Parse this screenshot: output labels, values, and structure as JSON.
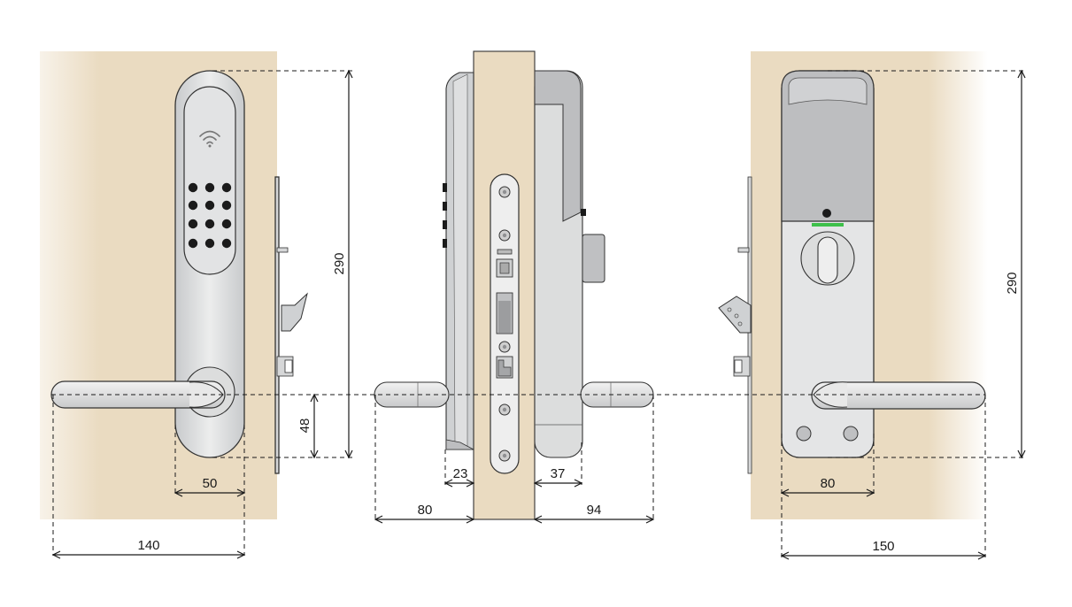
{
  "colors": {
    "door": "#eadbc1",
    "metal_light": "#e4e5e6",
    "metal_mid": "#cfd1d3",
    "metal_dark": "#a9aaab",
    "outline": "#333333",
    "key": "#1b1b1b",
    "led": "#3ec04a"
  },
  "icons": [
    "wireless-icon",
    "keypad-icon"
  ],
  "dimensions": {
    "front": {
      "height": "290",
      "handle_offset": "48",
      "plate_width": "50",
      "handle_length": "140"
    },
    "side": {
      "outer_depth": "23",
      "inner_depth": "37",
      "outer_handle": "80",
      "inner_handle": "94"
    },
    "back": {
      "height": "290",
      "plate_width": "80",
      "handle_length": "150"
    }
  }
}
